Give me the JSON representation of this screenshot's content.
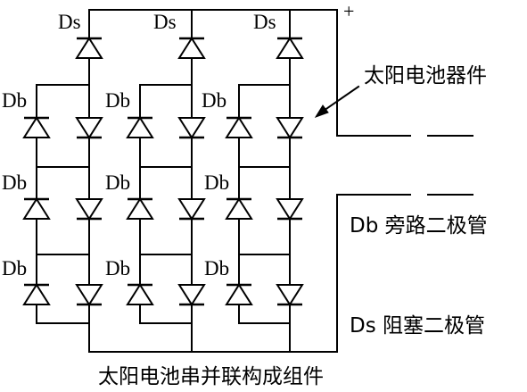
{
  "labels": {
    "ds": "Ds",
    "db": "Db",
    "plus": "+",
    "minus": "—"
  },
  "annotations": {
    "cell": "太阳电池器件",
    "bypass": "Db 旁路二极管",
    "blocking": "Ds 阻塞二极管",
    "caption": "太阳电池串并联构成组件"
  }
}
